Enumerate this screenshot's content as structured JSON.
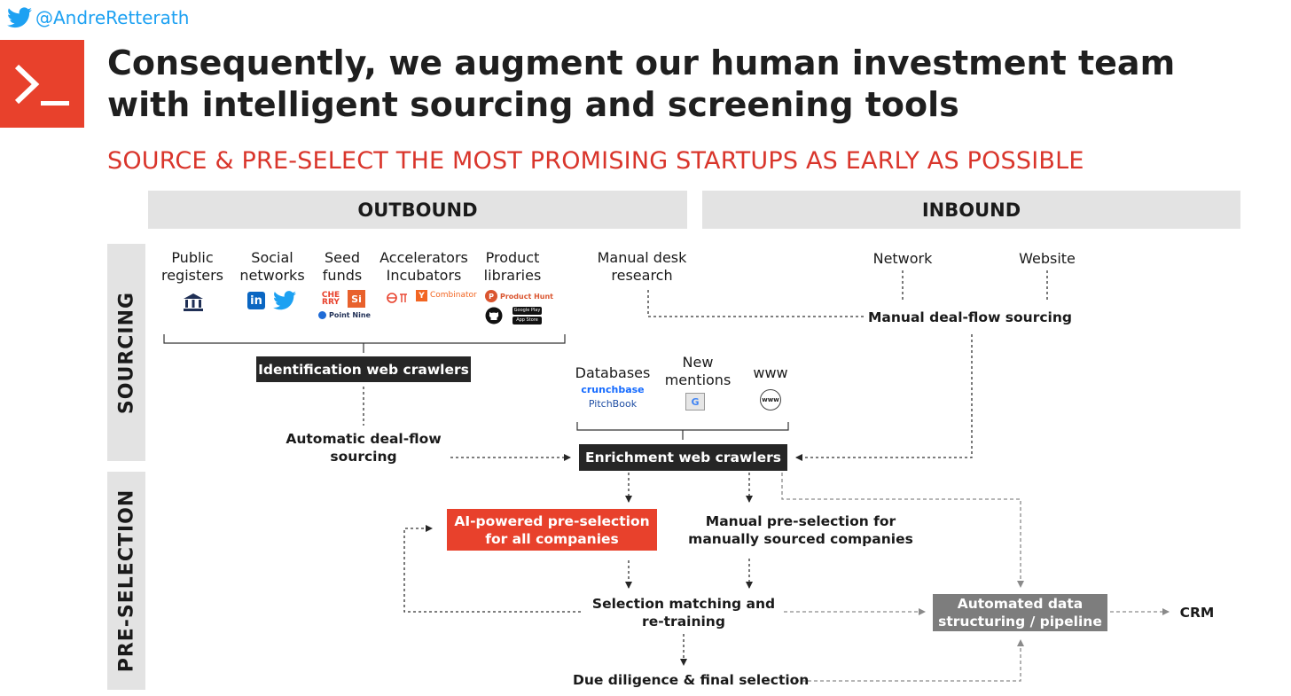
{
  "header": {
    "twitter_handle": "@AndreRetterath",
    "title": "Consequently, we augment our human investment team with intelligent sourcing and screening tools",
    "subtitle": "SOURCE & PRE-SELECT THE MOST PROMISING STARTUPS AS EARLY AS POSSIBLE"
  },
  "columns": {
    "outbound": "OUTBOUND",
    "inbound": "INBOUND"
  },
  "rows": {
    "sourcing": "SOURCING",
    "preselection": "PRE-SELECTION"
  },
  "sources": {
    "public_registers": "Public registers",
    "social_networks": "Social networks",
    "seed_funds": "Seed funds",
    "accelerators": "Accelerators Incubators",
    "product_libraries": "Product libraries",
    "manual_desk_research": "Manual desk research",
    "network": "Network",
    "website": "Website",
    "databases": "Databases",
    "new_mentions": "New mentions",
    "www": "www"
  },
  "logos": {
    "linkedin": "in",
    "cherry": "CHE RRY",
    "si": "Si",
    "point_nine": "Point Nine",
    "y": "Y",
    "combinator": "Combinator",
    "product_hunt": "Product Hunt",
    "crunchbase": "crunchbase",
    "pitchbook": "PitchBook",
    "google_play": "Google Play",
    "app_store": "App Store",
    "g": "G",
    "www_globe": "www"
  },
  "nodes": {
    "identification_crawlers": "Identification web crawlers",
    "automatic_sourcing": "Automatic deal-flow sourcing",
    "manual_sourcing": "Manual deal-flow sourcing",
    "enrichment_crawlers": "Enrichment web crawlers",
    "ai_preselection": "AI-powered pre-selection for all companies",
    "manual_preselection": "Manual pre-selection for manually sourced companies",
    "selection_matching": "Selection matching and re-training",
    "due_diligence": "Due diligence & final selection",
    "automated_structuring": "Automated data structuring / pipeline",
    "crm": "CRM"
  },
  "colors": {
    "accent_red": "#e8412c",
    "twitter_blue": "#1da1f2",
    "dark_box": "#262626",
    "grey_box": "#7d7d7d",
    "band_grey": "#e3e3e3"
  }
}
